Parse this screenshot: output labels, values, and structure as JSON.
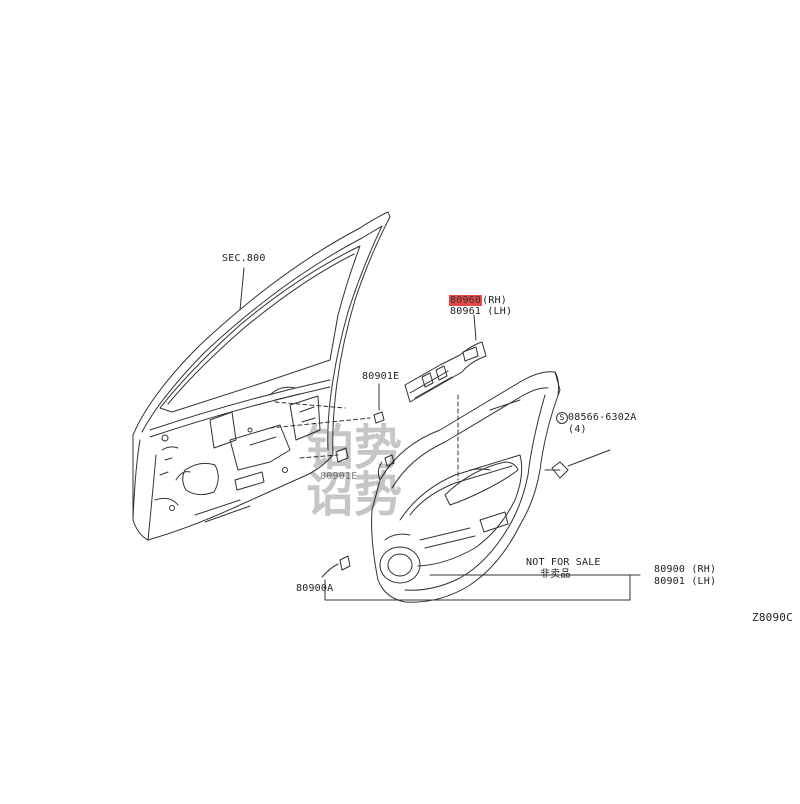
{
  "labels": {
    "sec800": "SEC.800",
    "switch_rh_code": "80960",
    "switch_rh_side": "(RH)",
    "switch_lh": "80961 (LH)",
    "clip_e": "80901E",
    "clip_hidden": "80901E",
    "screw": "08566-6302A",
    "screw_circle": "S",
    "screw_qty": "(4)",
    "not_for_sale": "NOT FOR SALE",
    "not_for_sale_cn": "非卖品",
    "trim_rh": "80900 (RH)",
    "trim_lh": "80901 (LH)",
    "clip_a": "80900A",
    "diagram_code": "Z8090C"
  },
  "watermark": {
    "line1": "铂势",
    "line2": "诏势"
  },
  "colors": {
    "highlight": "#e84848",
    "ink": "#333333"
  }
}
